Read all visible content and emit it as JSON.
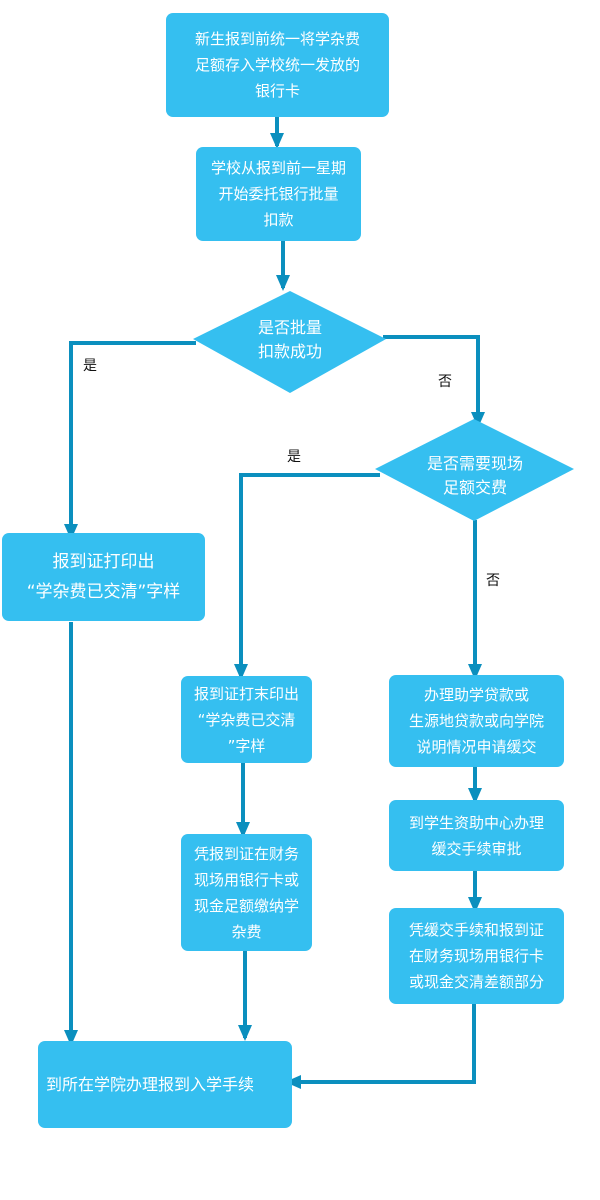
{
  "colors": {
    "node_fill": "#35bff0",
    "connector": "#0b8fbe",
    "node_text": "#ffffff",
    "edge_label_text": "#111111"
  },
  "nodes": {
    "deposit_fees": "新生报到前统一将学杂费\n足额存入学校统一发放的\n银行卡",
    "bank_batch_deduction": "学校从报到前一星期\n开始委托银行批量\n扣款",
    "printed_cleared_stamp": "报到证打印出\n“学杂费已交清”字样",
    "not_printed_stamp": "报到证打末印出\n“学杂费已交清\n”字样",
    "pay_at_finance": "凭报到证在财务\n现场用银行卡或\n现金足额缴纳学\n杂费",
    "apply_loan_or_deferral": "办理助学贷款或\n生源地贷款或向学院\n说明情况申请缓交",
    "aid_center_approval": "到学生资助中心办理\n缓交手续审批",
    "pay_difference": "凭缓交手续和报到证\n在财务现场用银行卡\n或现金交清差额部分",
    "college_enrollment": "到所在学院办理报到入学手续"
  },
  "decisions": {
    "batch_success": "是否批量\n扣款成功",
    "onsite_full_payment": "是否需要现场\n足额交费"
  },
  "edge_labels": {
    "batch_yes": "是",
    "batch_no": "否",
    "onsite_yes": "是",
    "onsite_no": "否"
  }
}
